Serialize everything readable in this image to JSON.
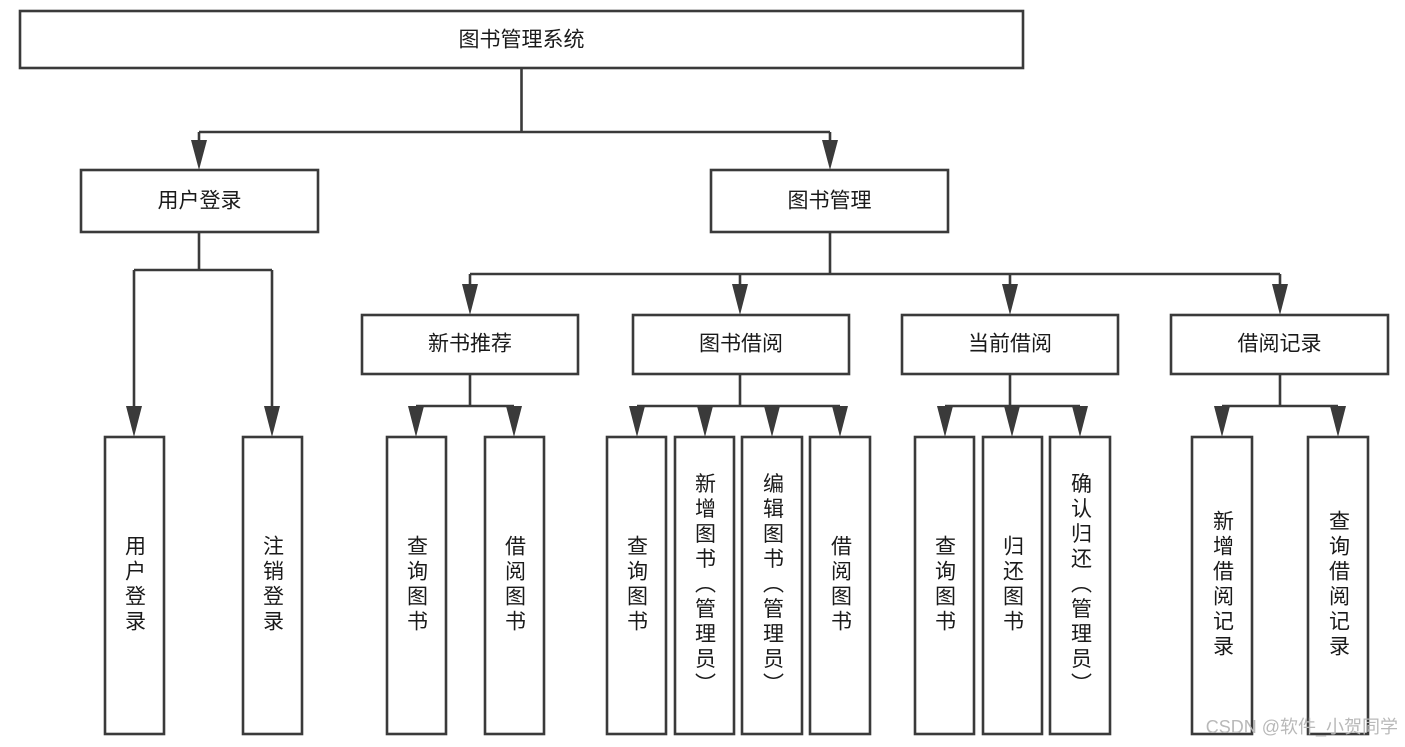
{
  "diagram": {
    "title": "图书管理系统",
    "type": "tree-hierarchy-chart",
    "watermark": "CSDN @软件_小贺同学",
    "colors": {
      "stroke": "#3a3a3a",
      "box_fill": "#ffffff",
      "text": "#1a1a1a",
      "background": "#ffffff",
      "watermark": "#b9b9b9"
    }
  },
  "nodes": {
    "root": {
      "label": "图书管理系统",
      "orientation": "horizontal"
    },
    "level2": [
      {
        "id": "user-login",
        "label": "用户登录",
        "orientation": "horizontal"
      },
      {
        "id": "book-manage",
        "label": "图书管理",
        "orientation": "horizontal"
      }
    ],
    "level3": [
      {
        "id": "new-book-recommend",
        "label": "新书推荐",
        "orientation": "horizontal"
      },
      {
        "id": "book-borrow",
        "label": "图书借阅",
        "orientation": "horizontal"
      },
      {
        "id": "current-borrow",
        "label": "当前借阅",
        "orientation": "horizontal"
      },
      {
        "id": "borrow-record",
        "label": "借阅记录",
        "orientation": "horizontal"
      }
    ],
    "leaves": [
      {
        "id": "leaf-user-login",
        "label": "用户登录",
        "parent": "user-login",
        "orientation": "vertical"
      },
      {
        "id": "leaf-logout-login",
        "label": "注销登录",
        "parent": "user-login",
        "orientation": "vertical"
      },
      {
        "id": "leaf-query-book-1",
        "label": "查询图书",
        "parent": "new-book-recommend",
        "orientation": "vertical"
      },
      {
        "id": "leaf-borrow-book-1",
        "label": "借阅图书",
        "parent": "new-book-recommend",
        "orientation": "vertical"
      },
      {
        "id": "leaf-query-book-2",
        "label": "查询图书",
        "parent": "book-borrow",
        "orientation": "vertical"
      },
      {
        "id": "leaf-add-book",
        "label": "新增图书（管理员）",
        "parent": "book-borrow",
        "orientation": "vertical"
      },
      {
        "id": "leaf-edit-book",
        "label": "编辑图书（管理员）",
        "parent": "book-borrow",
        "orientation": "vertical"
      },
      {
        "id": "leaf-borrow-book-2",
        "label": "借阅图书",
        "parent": "book-borrow",
        "orientation": "vertical"
      },
      {
        "id": "leaf-query-book-3",
        "label": "查询图书",
        "parent": "current-borrow",
        "orientation": "vertical"
      },
      {
        "id": "leaf-return-book",
        "label": "归还图书",
        "parent": "current-borrow",
        "orientation": "vertical"
      },
      {
        "id": "leaf-confirm-return",
        "label": "确认归还（管理员）",
        "parent": "current-borrow",
        "orientation": "vertical"
      },
      {
        "id": "leaf-add-record",
        "label": "新增借阅记录",
        "parent": "borrow-record",
        "orientation": "vertical"
      },
      {
        "id": "leaf-query-record",
        "label": "查询借阅记录",
        "parent": "borrow-record",
        "orientation": "vertical"
      }
    ]
  }
}
